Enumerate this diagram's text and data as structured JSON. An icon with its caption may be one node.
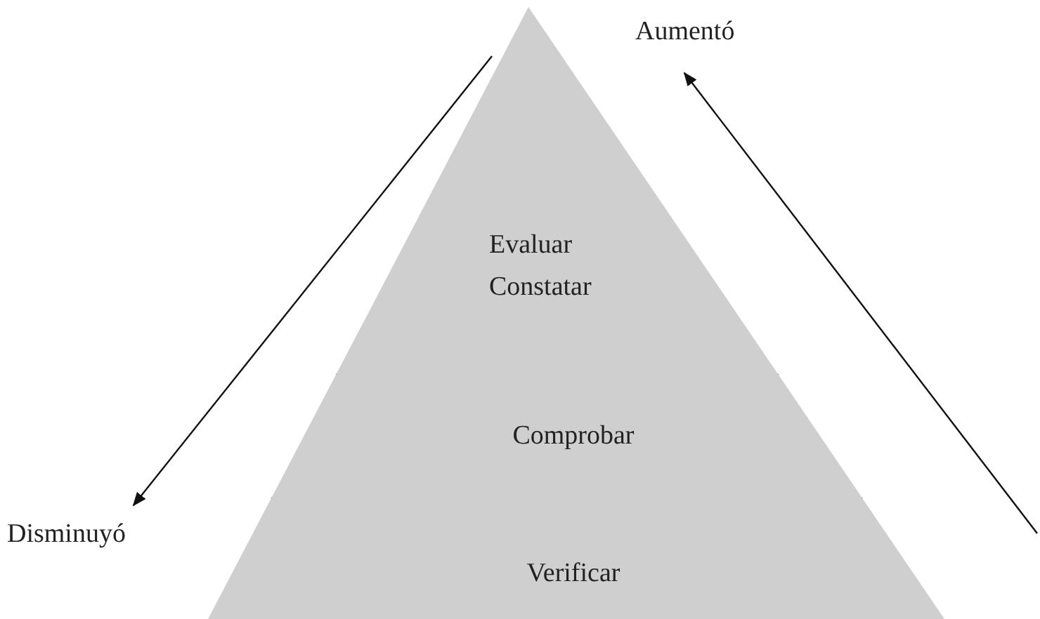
{
  "diagram": {
    "nodes": [
      {
        "text": [
          "Evaluar Constatar"
        ]
      },
      {
        "text": [
          "Comprobar"
        ]
      },
      {
        "text": [
          "Verificar"
        ]
      }
    ],
    "labels": [
      "Aumentó",
      "Disminuyó"
    ]
  }
}
